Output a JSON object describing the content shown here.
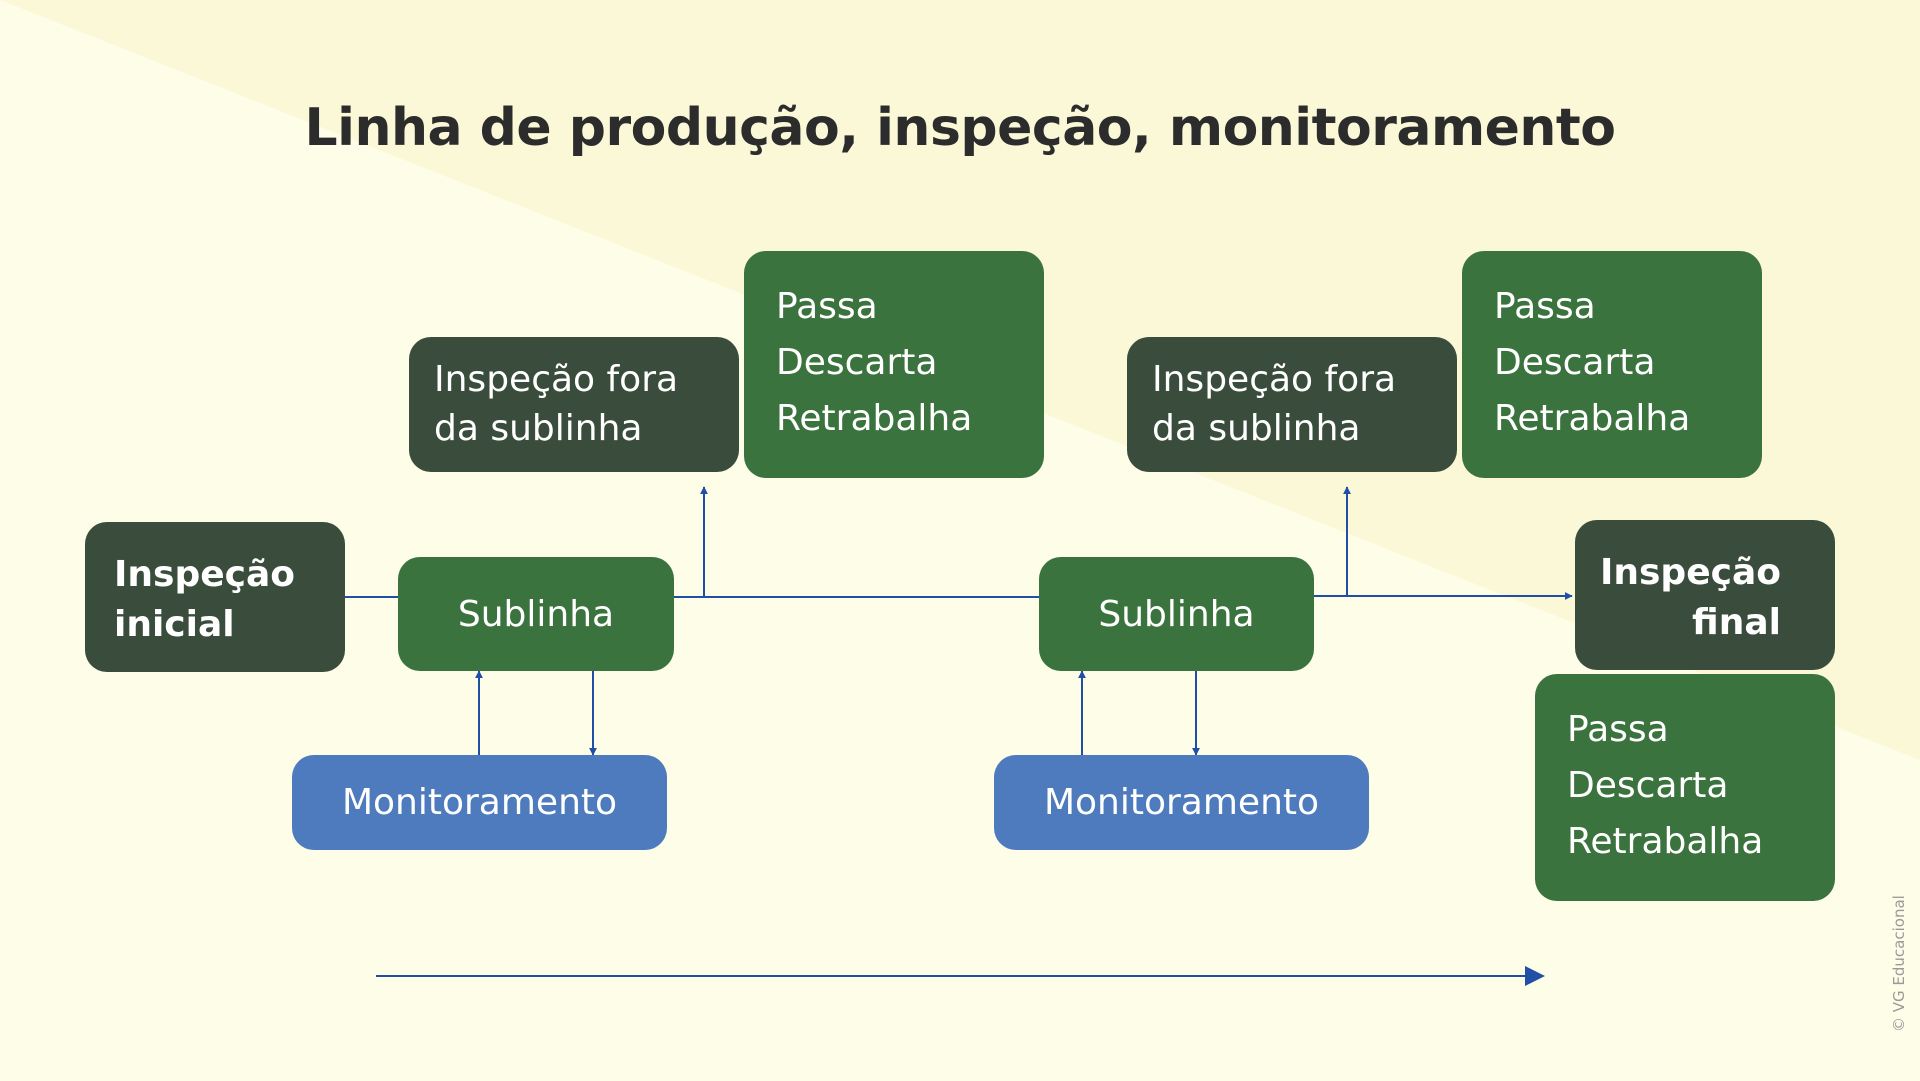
{
  "title": "Linha de produção, inspeção, monitoramento",
  "inspecao_inicial": [
    "Inspeção",
    "inicial"
  ],
  "inspecao_final": [
    "Inspeção",
    "final"
  ],
  "sublinha_label": "Sublinha",
  "monitoramento_label": "Monitoramento",
  "inspecao_fora": [
    "Inspeção fora",
    "da sublinha"
  ],
  "outcomes": [
    "Passa",
    "Descarta",
    "Retrabalha"
  ],
  "copyright": "© VG Educacional",
  "colors": {
    "background_light": "#fefde8",
    "background_dark": "#fbf9dc",
    "dark_box": "#3a4d3c",
    "green_box": "#3b733e",
    "blue_box": "#4d7bbd",
    "connector": "#1f4fa6",
    "title": "#2c2c2c"
  }
}
